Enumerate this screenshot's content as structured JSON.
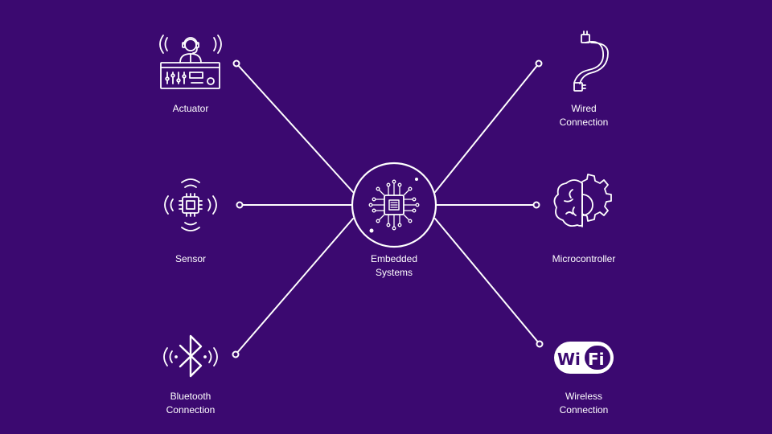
{
  "colors": {
    "background": "#3b0970",
    "foreground": "#ffffff"
  },
  "center": {
    "label": "Embedded\nSystems",
    "icon": "chip-icon"
  },
  "nodes": [
    {
      "id": "actuator",
      "label": "Actuator",
      "icon": "control-panel-operator-icon",
      "side": "left"
    },
    {
      "id": "sensor",
      "label": "Sensor",
      "icon": "sensor-signal-icon",
      "side": "left"
    },
    {
      "id": "bluetooth",
      "label": "Bluetooth\nConnection",
      "icon": "bluetooth-icon",
      "side": "left"
    },
    {
      "id": "wired",
      "label": "Wired\nConnection",
      "icon": "cable-icon",
      "side": "right"
    },
    {
      "id": "microcontroller",
      "label": "Microcontroller",
      "icon": "brain-gear-icon",
      "side": "right"
    },
    {
      "id": "wireless",
      "label": "Wireless\nConnection",
      "icon": "wifi-icon",
      "side": "right"
    }
  ]
}
